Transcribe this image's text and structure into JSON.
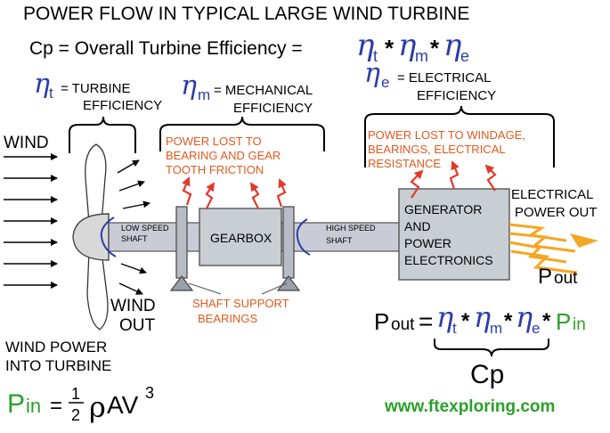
{
  "title": "POWER FLOW IN TYPICAL LARGE WIND TURBINE",
  "cp_formula": {
    "label": "Cp = Overall Turbine Efficiency = ",
    "eta_symbol": "η",
    "sub_t": "t",
    "sub_m": "m",
    "sub_e": "e",
    "times": "*"
  },
  "turbine_efficiency": {
    "prefix": "= TURBINE",
    "line2": "EFFICIENCY"
  },
  "mechanical_efficiency": {
    "prefix": "= MECHANICAL",
    "line2": "EFFICIENCY"
  },
  "electrical_efficiency": {
    "prefix": "= ELECTRICAL",
    "line2": "EFFICIENCY"
  },
  "mech_losses": [
    "POWER LOST TO",
    "BEARING AND GEAR",
    "TOOTH FRICTION"
  ],
  "elec_losses": [
    "POWER LOST TO WINDAGE,",
    "BEARINGS, ELECTRICAL",
    "RESISTANCE"
  ],
  "wind_label": "WIND",
  "wind_out": [
    "WIND",
    "OUT"
  ],
  "low_speed_shaft": [
    "LOW SPEED",
    "SHAFT"
  ],
  "high_speed_shaft": [
    "HIGH SPEED",
    "SHAFT"
  ],
  "gearbox_label": "GEARBOX",
  "generator_label": [
    "GENERATOR",
    "AND",
    "POWER",
    "ELECTRONICS"
  ],
  "electrical_power_out": [
    "ELECTRICAL",
    "POWER OUT"
  ],
  "pout_label": {
    "main": "P",
    "sub": "out"
  },
  "bearings_label": [
    "SHAFT SUPPORT",
    "BEARINGS"
  ],
  "wind_power_into": [
    "WIND POWER",
    "INTO TURBINE"
  ],
  "pin_formula": {
    "p": "P",
    "sub": "in",
    "eq": "=",
    "num": "1",
    "den": "2",
    "rho": "ρ",
    "av": "AV",
    "exp": "3"
  },
  "pout_formula": {
    "p": "P",
    "sub": "out",
    "eq": "=",
    "pin_p": "P",
    "pin_sub": "in"
  },
  "cp_label": "Cp",
  "website": "www.ftexploring.com",
  "colors": {
    "eta": "#2b3da8",
    "loss": "#e05a1e",
    "green": "#2aa02a",
    "box": "#c9ced3"
  }
}
